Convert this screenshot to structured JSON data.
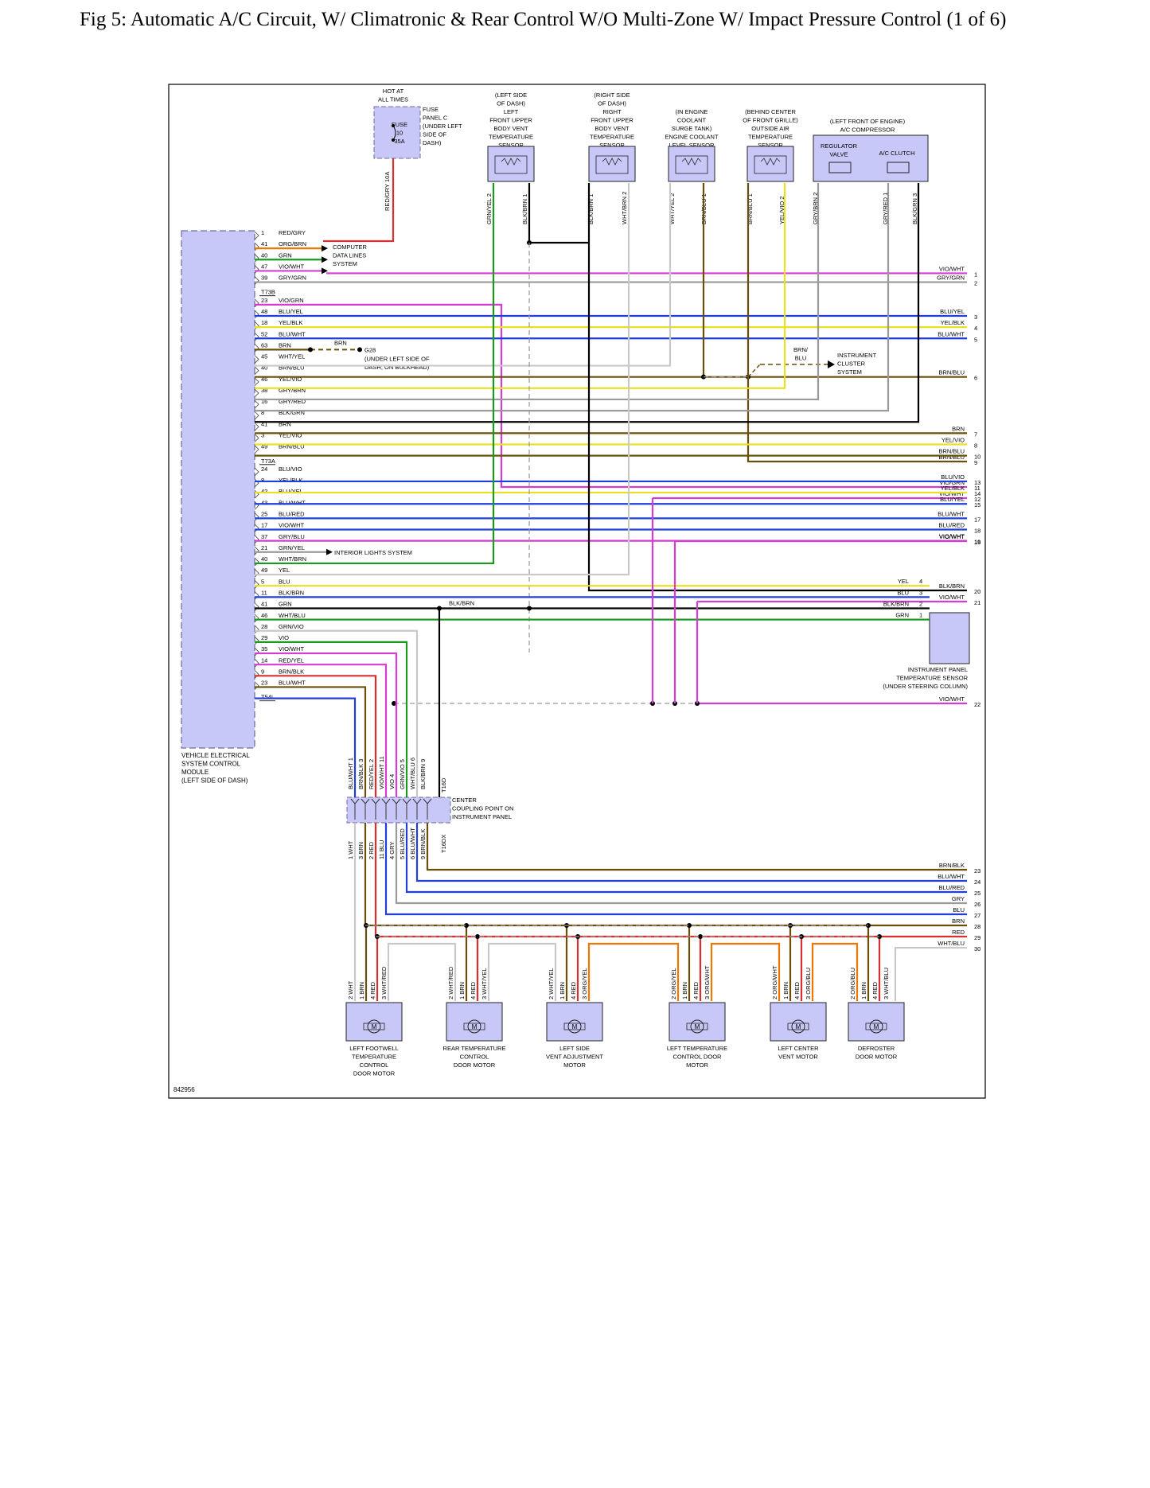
{
  "title": "Fig 5: Automatic A/C Circuit, W/ Climatronic & Rear Control W/O Multi-Zone W/ Impact Pressure Control (1 of 6)",
  "diagram_id": "842956",
  "colors": {
    "module_fill": "#c8c8f8",
    "module_stroke": "#6b6b9a",
    "frame": "#000000",
    "splice_dash": "#9a9a9a",
    "bg": "#ffffff"
  },
  "wire_colors": {
    "RED": "#d83030",
    "GRY": "#9a9a9a",
    "ORG": "#ee7700",
    "BRN": "#6b4f08",
    "GRN": "#1d9a1d",
    "VIO": "#d43cd4",
    "WHT": "#c9c9c9",
    "BLU": "#1f3fd8",
    "YEL": "#e8e020",
    "BLK": "#000000"
  },
  "fuse": {
    "hot_label": [
      "HOT AT",
      "ALL TIMES"
    ],
    "panel_label": [
      "FUSE",
      "PANEL C",
      "(UNDER LEFT",
      "SIDE OF",
      "DASH)"
    ],
    "box_label": [
      "FUSE",
      "10",
      "35A"
    ],
    "wire_label": "RED/GRY  10A"
  },
  "sensors": [
    {
      "name": [
        "(LEFT SIDE",
        "OF DASH)",
        "LEFT",
        "FRONT UPPER",
        "BODY VENT",
        "TEMPERATURE",
        "SENSOR"
      ],
      "wires": [
        {
          "label": "GRN/YEL",
          "pin": "2",
          "color": "GRN",
          "stripe": "YEL"
        },
        {
          "label": "BLK/BRN",
          "pin": "1",
          "color": "BLK",
          "stripe": "BRN"
        }
      ]
    },
    {
      "name": [
        "(RIGHT SIDE",
        "OF DASH)",
        "RIGHT",
        "FRONT UPPER",
        "BODY VENT",
        "TEMPERATURE",
        "SENSOR"
      ],
      "wires": [
        {
          "label": "BLK/BRN",
          "pin": "1",
          "color": "BLK",
          "stripe": "BRN"
        },
        {
          "label": "WHT/BRN",
          "pin": "2",
          "color": "WHT",
          "stripe": "BRN"
        }
      ]
    },
    {
      "name": [
        "(IN ENGINE",
        "COOLANT",
        "SURGE TANK)",
        "ENGINE COOLANT",
        "LEVEL SENSOR"
      ],
      "wires": [
        {
          "label": "WHT/YEL",
          "pin": "2",
          "color": "WHT",
          "stripe": "YEL"
        },
        {
          "label": "BRN/BLU",
          "pin": "1",
          "color": "BRN",
          "stripe": "BLU"
        }
      ]
    },
    {
      "name": [
        "(BEHIND CENTER",
        "OF FRONT GRILLE)",
        "OUTSIDE AIR",
        "TEMPERATURE",
        "SENSOR"
      ],
      "wires": [
        {
          "label": "BRN/BLU",
          "pin": "1",
          "color": "BRN",
          "stripe": "BLU"
        },
        {
          "label": "YEL/VIO",
          "pin": "2",
          "color": "YEL",
          "stripe": "VIO"
        }
      ]
    }
  ],
  "compressor": {
    "name": [
      "(LEFT FRONT OF ENGINE)",
      "A/C COMPRESSOR"
    ],
    "valve": [
      "REGULATOR",
      "VALVE"
    ],
    "clutch": "A/C CLUTCH",
    "wires": [
      {
        "label": "GRY/BRN",
        "pin": "2",
        "color": "GRY",
        "stripe": "BRN"
      },
      {
        "label": "GRY/RED",
        "pin": "1",
        "color": "GRY",
        "stripe": "RED"
      },
      {
        "label": "BLK/GRN",
        "pin": "3",
        "color": "BLK",
        "stripe": "GRN"
      }
    ]
  },
  "module": {
    "name": [
      "VEHICLE ELECTRICAL",
      "SYSTEM CONTROL",
      "MODULE",
      "(LEFT SIDE OF DASH)"
    ],
    "pins": [
      {
        "pin": "1",
        "label": "RED/GRY"
      },
      {
        "pin": "41",
        "label": "ORG/BRN"
      },
      {
        "pin": "40",
        "label": "GRN"
      },
      {
        "pin": "47",
        "label": "VIO/WHT"
      },
      {
        "pin": "39",
        "label": "GRY/GRN"
      },
      {
        "pin": "T73B",
        "label": "",
        "connector": true
      },
      {
        "pin": "23",
        "label": "VIO/GRN"
      },
      {
        "pin": "48",
        "label": "BLU/YEL"
      },
      {
        "pin": "18",
        "label": "YEL/BLK"
      },
      {
        "pin": "52",
        "label": "BLU/WHT"
      },
      {
        "pin": "63",
        "label": "BRN"
      },
      {
        "pin": "45",
        "label": "WHT/YEL"
      },
      {
        "pin": "40",
        "label": "BRN/BLU"
      },
      {
        "pin": "46",
        "label": "YEL/VIO"
      },
      {
        "pin": "38",
        "label": "GRY/BRN"
      },
      {
        "pin": "16",
        "label": "GRY/RED"
      },
      {
        "pin": "8",
        "label": "BLK/GRN"
      },
      {
        "pin": "41",
        "label": "BRN"
      },
      {
        "pin": "3",
        "label": "YEL/VIO"
      },
      {
        "pin": "49",
        "label": "BRN/BLU"
      },
      {
        "pin": "T73A",
        "label": "",
        "connector": true
      },
      {
        "pin": "24",
        "label": "BLU/VIO"
      },
      {
        "pin": "8",
        "label": "YEL/BLK"
      },
      {
        "pin": "42",
        "label": "BLU/YEL"
      },
      {
        "pin": "43",
        "label": "BLU/WHT"
      },
      {
        "pin": "25",
        "label": "BLU/RED"
      },
      {
        "pin": "17",
        "label": "VIO/WHT"
      },
      {
        "pin": "37",
        "label": "GRY/BLU"
      },
      {
        "pin": "21",
        "label": "GRN/YEL"
      },
      {
        "pin": "40",
        "label": "WHT/BRN"
      },
      {
        "pin": "49",
        "label": "YEL"
      },
      {
        "pin": "5",
        "label": "BLU"
      },
      {
        "pin": "11",
        "label": "BLK/BRN"
      },
      {
        "pin": "41",
        "label": "GRN"
      },
      {
        "pin": "46",
        "label": "WHT/BLU"
      },
      {
        "pin": "28",
        "label": "GRN/VIO"
      },
      {
        "pin": "29",
        "label": "VIO"
      },
      {
        "pin": "35",
        "label": "VIO/WHT"
      },
      {
        "pin": "14",
        "label": "RED/YEL"
      },
      {
        "pin": "9",
        "label": "BRN/BLK"
      },
      {
        "pin": "23",
        "label": "BLU/WHT"
      },
      {
        "pin": "T54I",
        "label": "",
        "connector": true
      }
    ]
  },
  "callouts": {
    "data_lines": [
      "COMPUTER",
      "DATA LINES",
      "SYSTEM"
    ],
    "ground": "G28",
    "ground_loc": [
      "(UNDER LEFT SIDE OF",
      "DASH, ON BULKHEAD)"
    ],
    "ground_wire": "BRN",
    "cluster_wire": [
      "BRN/",
      "BLU"
    ],
    "cluster": [
      "INSTRUMENT",
      "CLUSTER",
      "SYSTEM"
    ],
    "interior": "INTERIOR LIGHTS SYSTEM",
    "splice_wire": "BLK/BRN"
  },
  "right_labels": [
    {
      "label": "VIO/WHT",
      "ref": "1"
    },
    {
      "label": "GRY/GRN",
      "ref": "2"
    },
    {
      "label": "BLU/YEL",
      "ref": "3"
    },
    {
      "label": "YEL/BLK",
      "ref": "4"
    },
    {
      "label": "BLU/WHT",
      "ref": "5"
    },
    {
      "label": "BRN/BLU",
      "ref": "6"
    },
    {
      "label": "BRN",
      "ref": "7"
    },
    {
      "label": "YEL/VIO",
      "ref": "8"
    },
    {
      "label": "BRN/BLU",
      "ref": "9"
    },
    {
      "label": "BRN/BLU",
      "ref": "10"
    },
    {
      "label": "VIO/GRN",
      "ref": "11"
    },
    {
      "label": "VIO/WHT",
      "ref": "12"
    },
    {
      "label": "BLU/VIO",
      "ref": "13"
    },
    {
      "label": "YEL/BLK",
      "ref": "14"
    },
    {
      "label": "BLU/YEL",
      "ref": "15"
    },
    {
      "label": "VIO/WHT",
      "ref": "16"
    },
    {
      "label": "BLU/WHT",
      "ref": "17"
    },
    {
      "label": "BLU/RED",
      "ref": "18"
    },
    {
      "label": "VIO/WHT",
      "ref": "19"
    },
    {
      "label": "BLK/BRN",
      "ref": "20"
    },
    {
      "label": "VIO/WHT",
      "ref": "21"
    },
    {
      "label": "VIO/WHT",
      "ref": "22"
    }
  ],
  "panel_sensor": {
    "name": [
      "INSTRUMENT PANEL",
      "TEMPERATURE SENSOR",
      "(UNDER STEERING COLUMN)"
    ],
    "pins": [
      {
        "label": "YEL",
        "pin": "4"
      },
      {
        "label": "BLU",
        "pin": "3"
      },
      {
        "label": "BLK/BRN",
        "pin": "2"
      },
      {
        "label": "GRN",
        "pin": "1"
      }
    ]
  },
  "coupling": {
    "name": [
      "CENTER",
      "COUPLING POINT ON",
      "INSTRUMENT PANEL"
    ],
    "top_connector": "T16D",
    "bottom_connector": "T16DX",
    "top": [
      {
        "label": "BLU/WHT",
        "pin": "1"
      },
      {
        "label": "BRN/BLK",
        "pin": "3"
      },
      {
        "label": "RED/YEL",
        "pin": "2"
      },
      {
        "label": "VIO/WHT",
        "pin": "11"
      },
      {
        "label": "VIO",
        "pin": "4"
      },
      {
        "label": "GRN/VIO",
        "pin": "5"
      },
      {
        "label": "WHT/BLU",
        "pin": "6"
      },
      {
        "label": "BLK/BRN",
        "pin": "9"
      }
    ],
    "bottom": [
      {
        "label": "WHT",
        "pin": "1"
      },
      {
        "label": "BRN",
        "pin": "3"
      },
      {
        "label": "RED",
        "pin": "2"
      },
      {
        "label": "BLU",
        "pin": "11"
      },
      {
        "label": "GRY",
        "pin": "4"
      },
      {
        "label": "BLU/RED",
        "pin": "5"
      },
      {
        "label": "BLU/WHT",
        "pin": "6"
      },
      {
        "label": "BRN/BLK",
        "pin": "9"
      }
    ]
  },
  "bus_labels": [
    {
      "label": "BRN/BLK",
      "ref": "23"
    },
    {
      "label": "BLU/WHT",
      "ref": "24"
    },
    {
      "label": "BLU/RED",
      "ref": "25"
    },
    {
      "label": "GRY",
      "ref": "26"
    },
    {
      "label": "BLU",
      "ref": "27"
    },
    {
      "label": "BRN",
      "ref": "28"
    },
    {
      "label": "RED",
      "ref": "29"
    },
    {
      "label": "WHT/BLU",
      "ref": "30"
    }
  ],
  "motors": [
    {
      "name": [
        "LEFT FOOTWELL",
        "TEMPERATURE",
        "CONTROL",
        "DOOR MOTOR"
      ],
      "wires": [
        {
          "label": "WHT",
          "pin": "2"
        },
        {
          "label": "BRN",
          "pin": "1"
        },
        {
          "label": "RED",
          "pin": "4"
        },
        {
          "label": "WHT/RED",
          "pin": "3"
        }
      ]
    },
    {
      "name": [
        "REAR TEMPERATURE",
        "CONTROL",
        "DOOR MOTOR"
      ],
      "wires": [
        {
          "label": "WHT/RED",
          "pin": "2"
        },
        {
          "label": "BRN",
          "pin": "1"
        },
        {
          "label": "RED",
          "pin": "4"
        },
        {
          "label": "WHT/YEL",
          "pin": "3"
        }
      ]
    },
    {
      "name": [
        "LEFT SIDE",
        "VENT ADJUSTMENT",
        "MOTOR"
      ],
      "wires": [
        {
          "label": "WHT/YEL",
          "pin": "2"
        },
        {
          "label": "BRN",
          "pin": "1"
        },
        {
          "label": "RED",
          "pin": "4"
        },
        {
          "label": "ORG/YEL",
          "pin": "3"
        }
      ]
    },
    {
      "name": [
        "LEFT TEMPERATURE",
        "CONTROL DOOR",
        "MOTOR"
      ],
      "wires": [
        {
          "label": "ORG/YEL",
          "pin": "2"
        },
        {
          "label": "BRN",
          "pin": "1"
        },
        {
          "label": "RED",
          "pin": "4"
        },
        {
          "label": "ORG/WHT",
          "pin": "3"
        }
      ]
    },
    {
      "name": [
        "LEFT CENTER",
        "VENT MOTOR"
      ],
      "wires": [
        {
          "label": "ORG/WHT",
          "pin": "2"
        },
        {
          "label": "BRN",
          "pin": "1"
        },
        {
          "label": "RED",
          "pin": "4"
        },
        {
          "label": "ORG/BLU",
          "pin": "3"
        }
      ]
    },
    {
      "name": [
        "DEFROSTER",
        "DOOR MOTOR"
      ],
      "wires": [
        {
          "label": "ORG/BLU",
          "pin": "2"
        },
        {
          "label": "BRN",
          "pin": "1"
        },
        {
          "label": "RED",
          "pin": "4"
        },
        {
          "label": "WHT/BLU",
          "pin": "3"
        }
      ]
    }
  ],
  "motor_symbol": "M"
}
